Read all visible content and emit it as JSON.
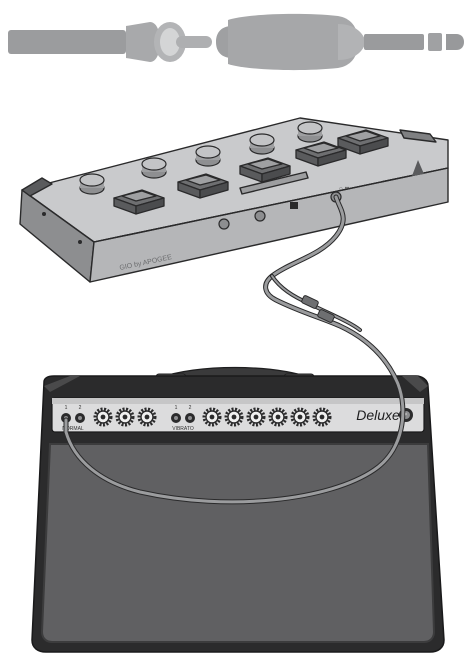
{
  "device": {
    "brand_label": "GIO by APOGEE",
    "logo_letter": "A",
    "headphone_label": "∩ ••"
  },
  "amp": {
    "brand": "Deluxe",
    "channel_normal": "NORMAL",
    "channel_vibrato": "VIBRATO",
    "input_numbers": [
      "1",
      "2",
      "1",
      "2"
    ]
  },
  "colors": {
    "cable": "#9b9c9e",
    "device_body": "#b7b8ba",
    "amp_body": "#2b2b2c",
    "grille": "#606062",
    "outline": "#2a2a2b"
  }
}
